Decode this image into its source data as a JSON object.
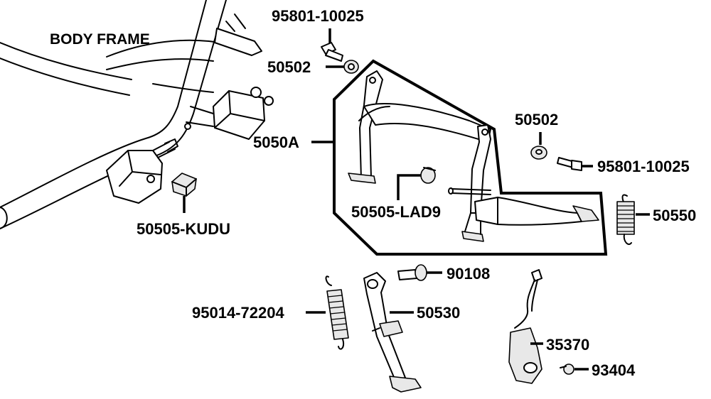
{
  "diagram": {
    "frame_label": "BODY FRAME",
    "labels": {
      "bolt_top": "95801-10025",
      "collar_top": "50502",
      "main_stand": "5050A",
      "collar_right": "50502",
      "bolt_right": "95801-10025",
      "stopper_kudu": "50505-KUDU",
      "stopper_lad9": "50505-LAD9",
      "spring_main": "50550",
      "pivot_bolt": "90108",
      "side_stand": "50530",
      "spring_side": "95014-72204",
      "switch": "35370",
      "screw": "93404"
    }
  }
}
